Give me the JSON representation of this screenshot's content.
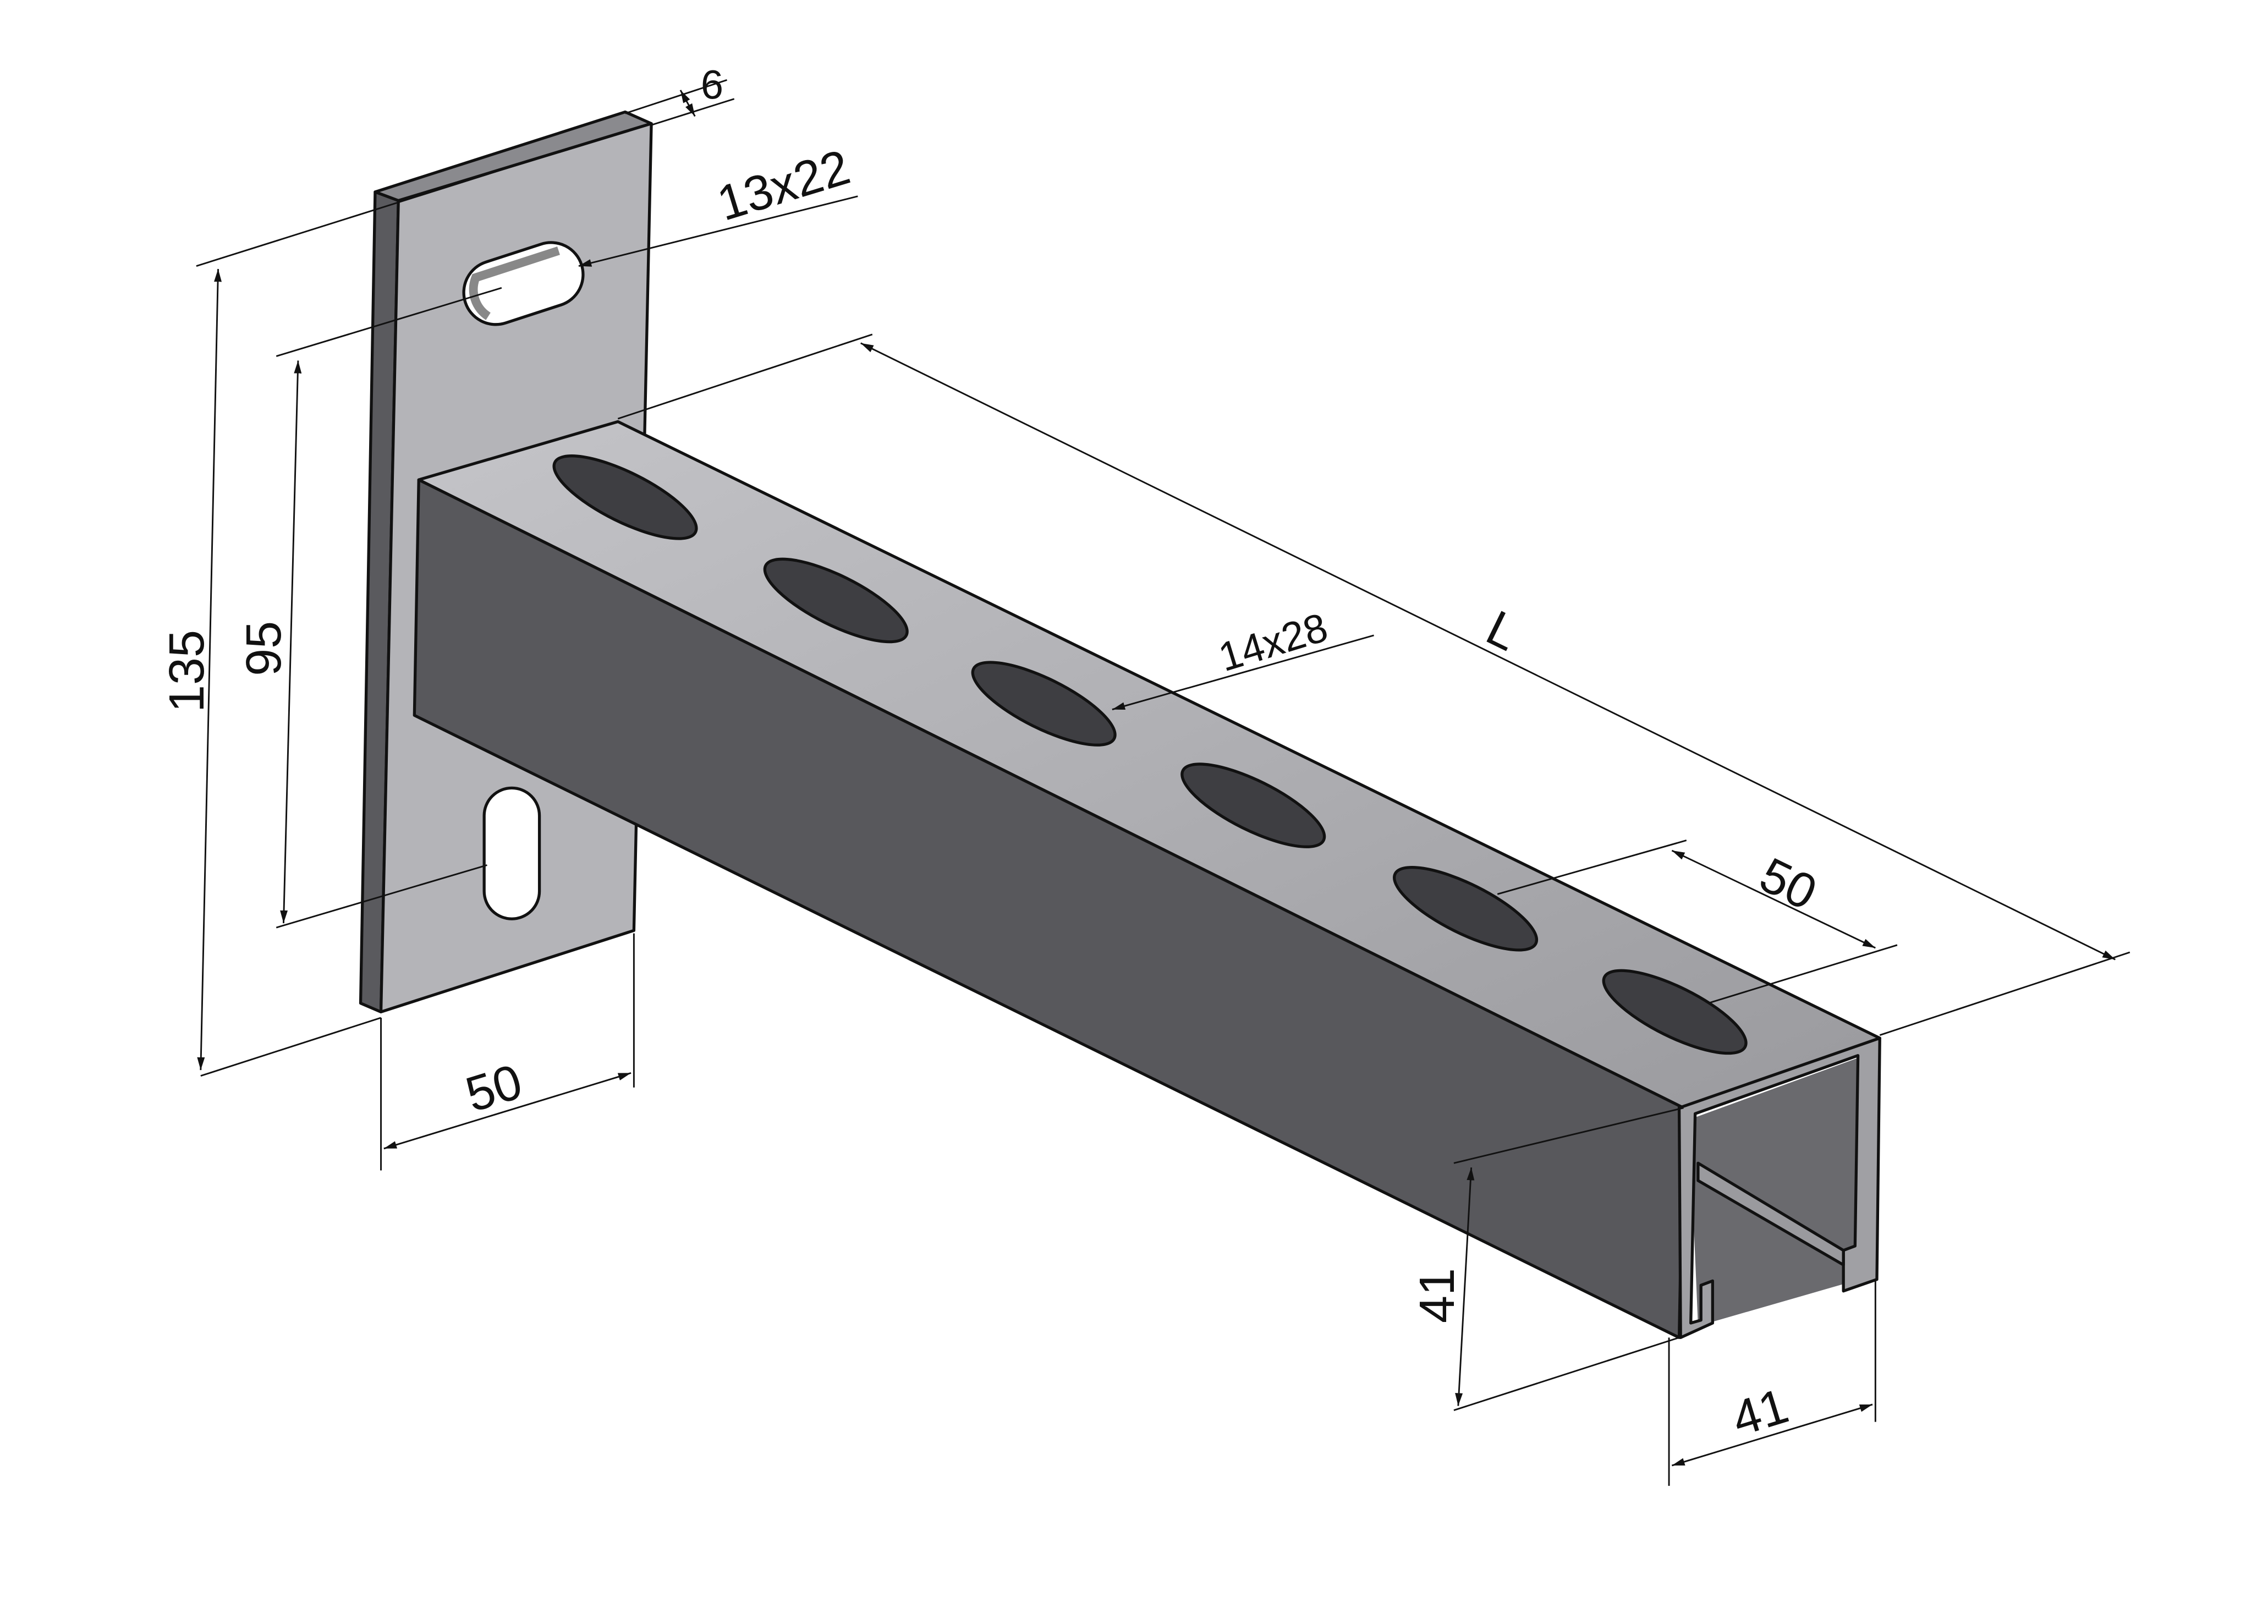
{
  "drawing": {
    "title": "Wall bracket with slotted channel",
    "labels": {
      "plate_thickness": "6",
      "upper_slot": "13x22",
      "plate_height": "135",
      "hole_spacing": "95",
      "channel_slot": "14x28",
      "length": "L",
      "slot_pitch": "50",
      "plate_width": "50",
      "channel_height": "41",
      "channel_width": "41"
    },
    "colors": {
      "plate_face": "#b4b4b8",
      "plate_edge": "#5a5a5e",
      "channel_top": "#a8a8ac",
      "channel_side": "#58585c",
      "line": "#111111"
    }
  }
}
